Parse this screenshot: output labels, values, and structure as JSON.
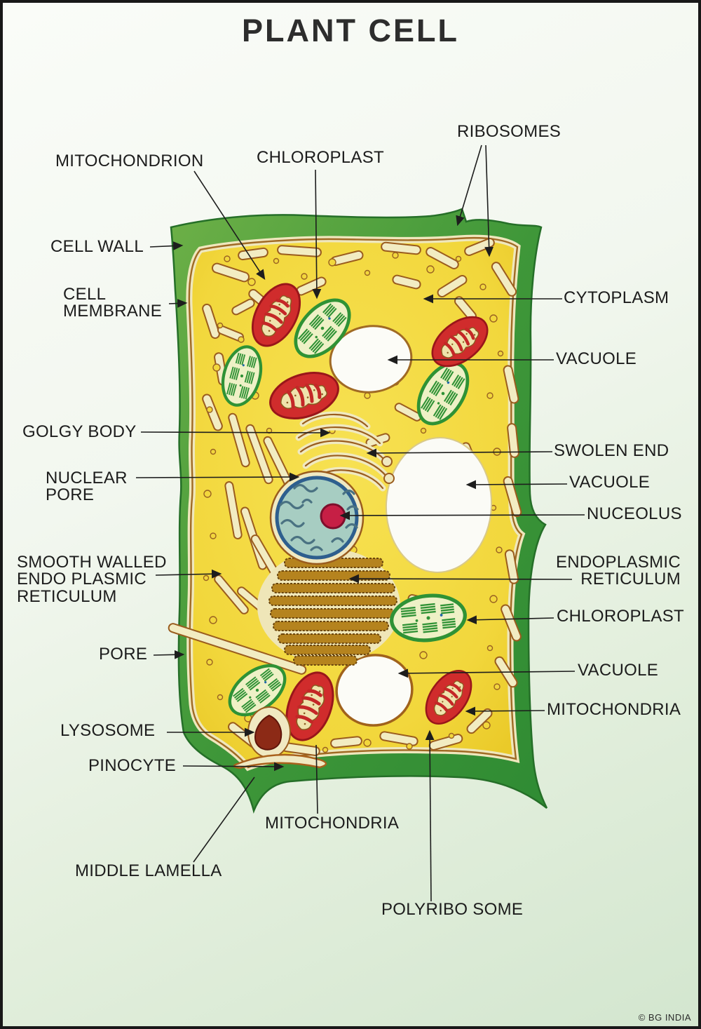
{
  "title": "PLANT CELL",
  "credit": "© BG INDIA",
  "labels": {
    "ribosomes": "RIBOSOMES",
    "mitochondrion": "MITOCHONDRION",
    "chloroplast_top": "CHLOROPLAST",
    "cell_wall": "CELL WALL",
    "cell_membrane": "CELL\nMEMBRANE",
    "cytoplasm": "CYTOPLASM",
    "vacuole_top": "VACUOLE",
    "golgy_body": "GOLGY BODY",
    "swolen_end": "SWOLEN END",
    "vacuole_mid": "VACUOLE",
    "nuceolus": "NUCEOLUS",
    "nuclear_pore": "NUCLEAR\nPORE",
    "smooth_er": "SMOOTH WALLED\nENDO PLASMIC\nRETICULUM",
    "endoplasmic_reticulum": "ENDOPLASMIC\nRETICULUM",
    "chloroplast_right": "CHLOROPLAST",
    "pore": "PORE",
    "vacuole_bottom": "VACUOLE",
    "mitochondria_right": "MITOCHONDRIA",
    "lysosome": "LYSOSOME",
    "pinocyte": "PINOCYTE",
    "mitochondria_bottom": "MITOCHONDRIA",
    "middle_lamella": "MIDDLE LAMELLA",
    "polyribo_some": "POLYRIBO SOME"
  }
}
